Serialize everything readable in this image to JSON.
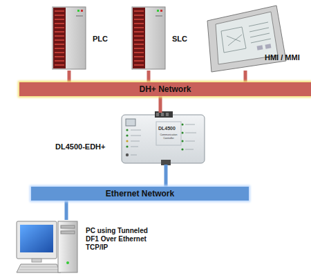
{
  "diagram": {
    "nodes": [
      {
        "text": [
          "PLC"
        ]
      },
      {
        "text": [
          "SLC"
        ]
      },
      {
        "text": [
          "HMI / MMI"
        ]
      },
      {
        "text": [
          "DH+ Network"
        ]
      },
      {
        "text": [
          "DL4500-EDH+"
        ]
      },
      {
        "text": [
          "Ethernet Network"
        ]
      },
      {
        "text": [
          "PC using Tunneled DF1 Over Ethernet TCP/IP"
        ]
      }
    ],
    "edges": [
      {
        "from": 0,
        "to": 3,
        "arrow": "none"
      },
      {
        "from": 1,
        "to": 3,
        "arrow": "none"
      },
      {
        "from": 2,
        "to": 3,
        "arrow": "none"
      },
      {
        "from": 3,
        "to": 4,
        "arrow": "none"
      },
      {
        "from": 4,
        "to": 5,
        "arrow": "none"
      },
      {
        "from": 5,
        "to": 6,
        "arrow": "none"
      }
    ],
    "labels": [
      "DL4500",
      "Communication Controller"
    ]
  }
}
